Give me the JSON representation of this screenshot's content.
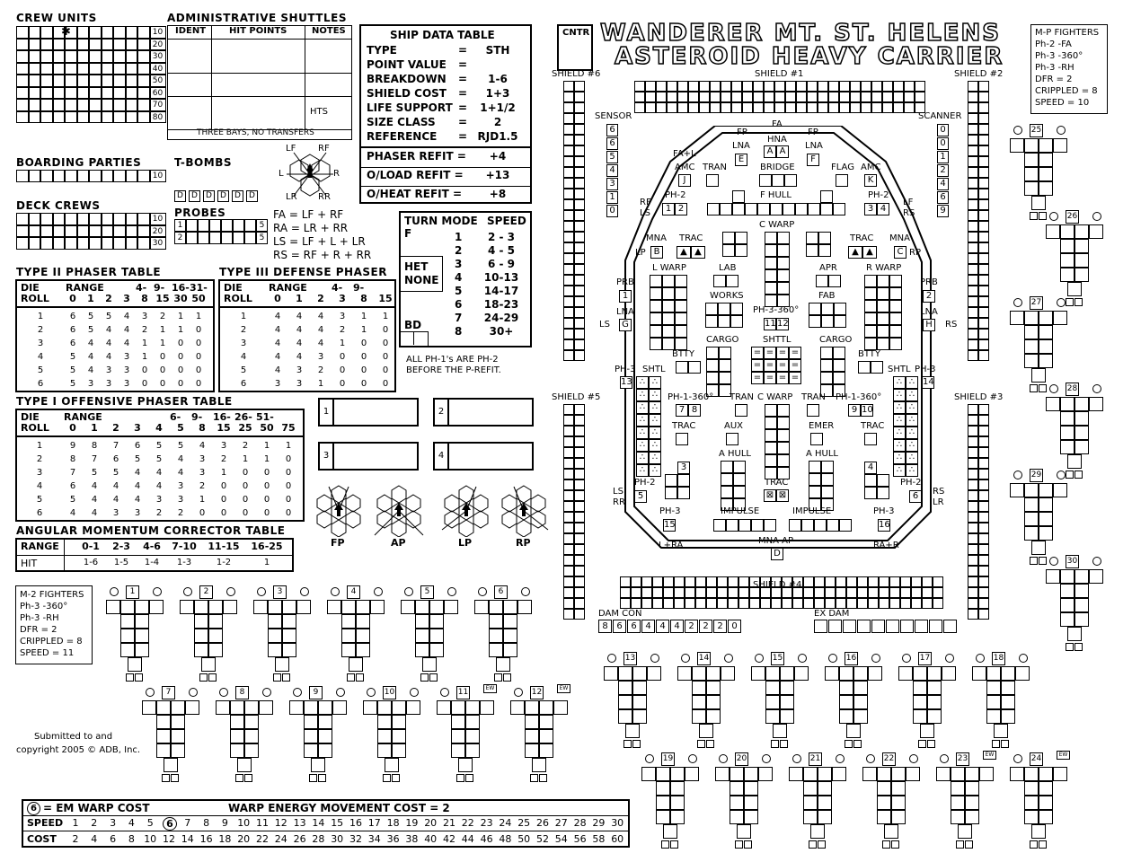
{
  "ship": {
    "title_line1": "WANDERER MT. ST. HELENS",
    "title_line2": "ASTEROID HEAVY CARRIER",
    "cntr": "CNTR"
  },
  "crew_units": {
    "label": "CREW UNITS",
    "rows": [
      "10",
      "20",
      "30",
      "40",
      "50",
      "60",
      "70",
      "80"
    ]
  },
  "admin_shuttles": {
    "label": "ADMINISTRATIVE SHUTTLES",
    "cols": [
      "IDENT",
      "HIT POINTS",
      "NOTES"
    ],
    "hts": "HTS",
    "footer": "THREE BAYS, NO TRANSFERS"
  },
  "ship_data": {
    "label": "SHIP DATA TABLE",
    "rows": [
      {
        "k": "TYPE",
        "v": "STH"
      },
      {
        "k": "POINT VALUE",
        "v": ""
      },
      {
        "k": "BREAKDOWN",
        "v": "1-6"
      },
      {
        "k": "SHIELD COST",
        "v": "1+3"
      },
      {
        "k": "LIFE SUPPORT",
        "v": "1+1/2"
      },
      {
        "k": "SIZE CLASS",
        "v": "2"
      },
      {
        "k": "REFERENCE",
        "v": "RJD1.5"
      }
    ],
    "refits": [
      {
        "k": "PHASER REFIT",
        "v": "+4"
      },
      {
        "k": "O/LOAD REFIT",
        "v": "+13"
      },
      {
        "k": "O/HEAT REFIT",
        "v": "+8"
      }
    ]
  },
  "boarding": {
    "label": "BOARDING PARTIES",
    "rows": [
      "10"
    ]
  },
  "tbombs": {
    "label": "T-BOMBS"
  },
  "deck_crews": {
    "label": "DECK CREWS",
    "rows": [
      "10",
      "20",
      "30"
    ]
  },
  "probes": {
    "label": "PROBES",
    "rows": [
      "1",
      "2"
    ],
    "end": "5"
  },
  "arcs": {
    "labels": [
      "LF",
      "RF",
      "L",
      "R",
      "LR",
      "RR"
    ],
    "defs": [
      "FA = LF + RF",
      "RA = LR + RR",
      "LS = LF + L + LR",
      "RS = RF + R + RR"
    ]
  },
  "turn_mode": {
    "label": "TURN MODE",
    "speed_label": "SPEED",
    "mode": "F",
    "het": "HET",
    "none": "NONE",
    "bd": "BD",
    "rows": [
      [
        "1",
        "2 - 3"
      ],
      [
        "2",
        "4 - 5"
      ],
      [
        "3",
        "6 - 9"
      ],
      [
        "4",
        "10-13"
      ],
      [
        "5",
        "14-17"
      ],
      [
        "6",
        "18-23"
      ],
      [
        "7",
        "24-29"
      ],
      [
        "8",
        "30+"
      ]
    ],
    "note1": "ALL PH-1's ARE PH-2",
    "note2": "BEFORE THE P-REFIT."
  },
  "ph2_table": {
    "label": "TYPE II PHASER TABLE",
    "h1": [
      "DIE",
      "RANGE",
      "",
      "",
      "",
      "4-",
      "9-",
      "16-",
      "31-"
    ],
    "h2": [
      "ROLL",
      "0",
      "1",
      "2",
      "3",
      "8",
      "15",
      "30",
      "50"
    ],
    "rows": [
      [
        "1",
        "6",
        "5",
        "5",
        "4",
        "3",
        "2",
        "1",
        "1"
      ],
      [
        "2",
        "6",
        "5",
        "4",
        "4",
        "2",
        "1",
        "1",
        "0"
      ],
      [
        "3",
        "6",
        "4",
        "4",
        "4",
        "1",
        "1",
        "0",
        "0"
      ],
      [
        "4",
        "5",
        "4",
        "4",
        "3",
        "1",
        "0",
        "0",
        "0"
      ],
      [
        "5",
        "5",
        "4",
        "3",
        "3",
        "0",
        "0",
        "0",
        "0"
      ],
      [
        "6",
        "5",
        "3",
        "3",
        "3",
        "0",
        "0",
        "0",
        "0"
      ]
    ]
  },
  "ph3_table": {
    "label": "TYPE III DEFENSE PHASER",
    "h1": [
      "DIE",
      "RANGE",
      "",
      "",
      "4-",
      "9-"
    ],
    "h2": [
      "ROLL",
      "0",
      "1",
      "2",
      "3",
      "8",
      "15"
    ],
    "rows": [
      [
        "1",
        "4",
        "4",
        "4",
        "3",
        "1",
        "1"
      ],
      [
        "2",
        "4",
        "4",
        "4",
        "2",
        "1",
        "0"
      ],
      [
        "3",
        "4",
        "4",
        "4",
        "1",
        "0",
        "0"
      ],
      [
        "4",
        "4",
        "4",
        "3",
        "0",
        "0",
        "0"
      ],
      [
        "5",
        "4",
        "3",
        "2",
        "0",
        "0",
        "0"
      ],
      [
        "6",
        "3",
        "3",
        "1",
        "0",
        "0",
        "0"
      ]
    ]
  },
  "ph1_table": {
    "label": "TYPE I OFFENSIVE PHASER TABLE",
    "h1": [
      "DIE",
      "RANGE",
      "",
      "",
      "",
      "",
      "6-",
      "9-",
      "16-",
      "26-",
      "51-"
    ],
    "h2": [
      "ROLL",
      "0",
      "1",
      "2",
      "3",
      "4",
      "5",
      "8",
      "15",
      "25",
      "50",
      "75"
    ],
    "rows": [
      [
        "1",
        "9",
        "8",
        "7",
        "6",
        "5",
        "5",
        "4",
        "3",
        "2",
        "1",
        "1"
      ],
      [
        "2",
        "8",
        "7",
        "6",
        "5",
        "5",
        "4",
        "3",
        "2",
        "1",
        "1",
        "0"
      ],
      [
        "3",
        "7",
        "5",
        "5",
        "4",
        "4",
        "4",
        "3",
        "1",
        "0",
        "0",
        "0"
      ],
      [
        "4",
        "6",
        "4",
        "4",
        "4",
        "4",
        "3",
        "2",
        "0",
        "0",
        "0",
        "0"
      ],
      [
        "5",
        "5",
        "4",
        "4",
        "4",
        "3",
        "3",
        "1",
        "0",
        "0",
        "0",
        "0"
      ],
      [
        "6",
        "4",
        "4",
        "3",
        "3",
        "2",
        "2",
        "0",
        "0",
        "0",
        "0",
        "0"
      ]
    ]
  },
  "amc": {
    "label": "ANGULAR MOMENTUM CORRECTOR TABLE",
    "range_label": "RANGE",
    "hit_label": "HIT",
    "ranges": [
      "0-1",
      "2-3",
      "4-6",
      "7-10",
      "11-15",
      "16-25"
    ],
    "hits": [
      "1-6",
      "1-5",
      "1-4",
      "1-3",
      "1-2",
      "1"
    ]
  },
  "weapon_boxes": [
    "1",
    "2",
    "3",
    "4"
  ],
  "weapon_arcs": [
    "FP",
    "AP",
    "LP",
    "RP"
  ],
  "m2_fighters": {
    "lines": [
      "M-2 FIGHTERS",
      "Ph-3 -360°",
      "Ph-3 -RH",
      "DFR = 2",
      "CRIPPLED = 8",
      "SPEED = 11"
    ]
  },
  "mp_fighters": {
    "lines": [
      "M-P FIGHTERS",
      "Ph-2 -FA",
      "Ph-3 -360°",
      "Ph-3 -RH",
      "DFR = 2",
      "CRIPPLED = 8",
      "SPEED = 10"
    ]
  },
  "fighters_left": [
    "1",
    "2",
    "3",
    "4",
    "5",
    "6",
    "7",
    "8",
    "9",
    "10",
    "11",
    "12"
  ],
  "fighters_bottom": [
    "13",
    "14",
    "15",
    "16",
    "17",
    "18",
    "19",
    "20",
    "21",
    "22",
    "23",
    "24"
  ],
  "fighters_right": [
    "25",
    "26",
    "27",
    "28",
    "29",
    "30"
  ],
  "ew": "EW",
  "copyright": {
    "line1": "Submitted to and",
    "line2": "copyright 2005 © ADB, Inc."
  },
  "shields": {
    "s1": "SHIELD #1",
    "s2": "SHIELD #2",
    "s3": "SHIELD #3",
    "s4": "SHIELD #4",
    "s5": "SHIELD #5",
    "s6": "SHIELD #6"
  },
  "sensor": {
    "label": "SENSOR",
    "values": [
      "6",
      "6",
      "5",
      "4",
      "3",
      "1",
      "0"
    ]
  },
  "scanner": {
    "label": "SCANNER",
    "values": [
      "0",
      "0",
      "1",
      "2",
      "4",
      "6",
      "9"
    ]
  },
  "dam_con": {
    "label": "DAM CON",
    "values": [
      "8",
      "6",
      "6",
      "4",
      "4",
      "4",
      "2",
      "2",
      "2",
      "0"
    ]
  },
  "ex_dam": {
    "label": "EX DAM"
  },
  "systems": {
    "fa": "FA",
    "fp_l": "FP",
    "fp_r": "FP",
    "hna": "HNA",
    "hna_a": "A",
    "hna_a2": "A",
    "lna": "LNA",
    "lna_e": "E",
    "lna2": "LNA",
    "lna_f": "F",
    "fal": "FA+L",
    "amc": "AMC",
    "amc_j": "J",
    "tran": "TRAN",
    "bridge": "BRIDGE",
    "flag": "FLAG",
    "amc2": "AMC",
    "amc_k": "K",
    "rf_ls": "RF",
    "ls": "LS",
    "lf": "LF",
    "rs": "RS",
    "ph2_l": "PH-2",
    "ph2_l_n": [
      "1",
      "2"
    ],
    "fhull": "F HULL",
    "ph2_r": "PH-2",
    "ph2_r_n": [
      "3",
      "4"
    ],
    "cwarp": "C WARP",
    "mna_l": "MNA",
    "mna_b": "B",
    "lp": "LP",
    "trac": "TRAC",
    "trac2": "TRAC",
    "mna_r": "MNA",
    "mna_c": "C",
    "rp": "RP",
    "lwarp": "L WARP",
    "lab": "LAB",
    "apr": "APR",
    "rwarp": "R WARP",
    "prb": "PRB",
    "prb1": "1",
    "prb2": "2",
    "works": "WORKS",
    "fab": "FAB",
    "ph3_360": "PH-3-360°",
    "ph3_n": [
      "11",
      "12"
    ],
    "lna_g": "LNA",
    "g": "G",
    "lna_h": "LNA",
    "h": "H",
    "cargo": "CARGO",
    "shttl": "SHTTL",
    "cargo2": "CARGO",
    "btty": "BTTY",
    "btty2": "BTTY",
    "ph3_l": "PH-3",
    "ph3_l_n": "13",
    "shtl_l": "SHTL",
    "shtl_r": "SHTL",
    "ph3_r": "PH-3",
    "ph3_r_n": "14",
    "ph1_l": "PH-1-360°",
    "ph1_l_n": [
      "7",
      "8"
    ],
    "tran2": "TRAN",
    "cwarp2": "C WARP",
    "tran3": "TRAN",
    "ph1_r": "PH-1-360°",
    "ph1_r_n": [
      "9",
      "10"
    ],
    "trac3": "TRAC",
    "aux": "AUX",
    "emer": "EMER",
    "trac4": "TRAC",
    "ahull": "A HULL",
    "ahull2": "A HULL",
    "three": "3",
    "four": "4",
    "ph2_bl": "PH-2",
    "ph2_bl_n": "5",
    "trac5": "TRAC",
    "ph2_br": "PH-2",
    "ph2_br_n": "6",
    "lsrr": "LS",
    "rr": "RR",
    "rslr": "RS",
    "lr": "LR",
    "ph3_bl": "PH-3",
    "ph3_bl_n": "15",
    "impulse": "IMPULSE",
    "impulse2": "IMPULSE",
    "ph3_br": "PH-3",
    "ph3_br_n": "16",
    "lra": "L+RA",
    "mna_ap": "MNA-AP",
    "mna_d": "D",
    "rar": "RA+R"
  },
  "energy": {
    "em_warp": "= EM WARP COST",
    "em_num": "6",
    "title": "WARP ENERGY MOVEMENT COST = 2",
    "speed_label": "SPEED",
    "cost_label": "COST",
    "speeds": [
      "1",
      "2",
      "3",
      "4",
      "5",
      "6",
      "7",
      "8",
      "9",
      "10",
      "11",
      "12",
      "13",
      "14",
      "15",
      "16",
      "17",
      "18",
      "19",
      "20",
      "21",
      "22",
      "23",
      "24",
      "25",
      "26",
      "27",
      "28",
      "29",
      "30"
    ],
    "costs": [
      "2",
      "4",
      "6",
      "8",
      "10",
      "12",
      "14",
      "16",
      "18",
      "20",
      "22",
      "24",
      "26",
      "28",
      "30",
      "32",
      "34",
      "36",
      "38",
      "40",
      "42",
      "44",
      "46",
      "48",
      "50",
      "52",
      "54",
      "56",
      "58",
      "60"
    ]
  }
}
